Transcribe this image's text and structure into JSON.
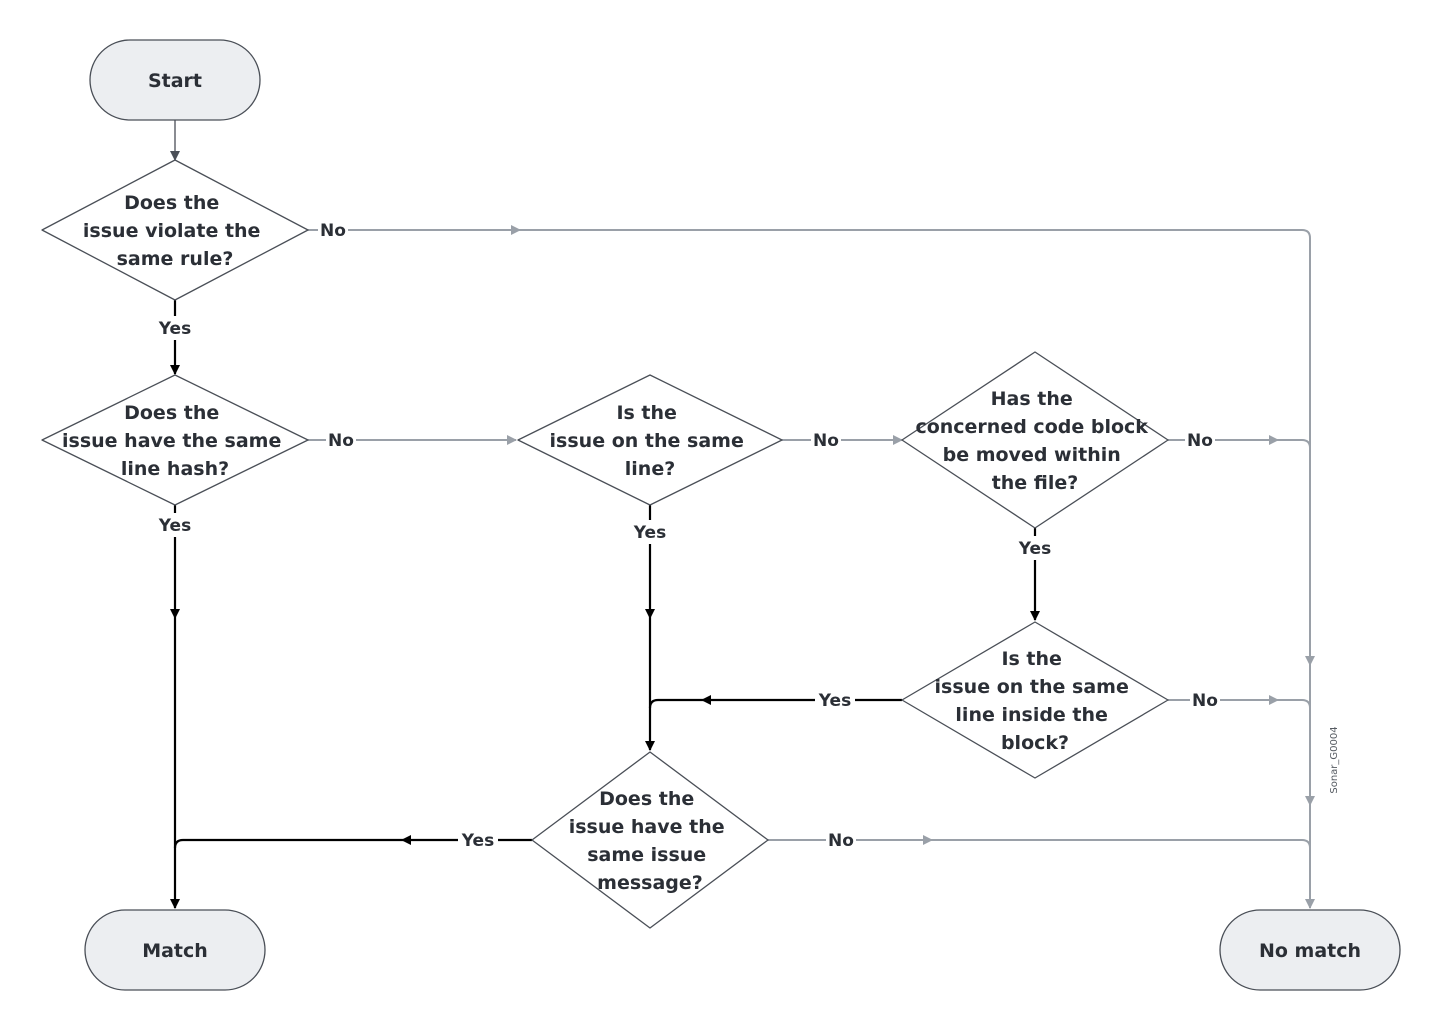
{
  "nodes": {
    "start": "Start",
    "q_rule": [
      "Does the",
      "issue violate the",
      "same rule?"
    ],
    "q_hash": [
      "Does the",
      "issue have the same",
      "line hash?"
    ],
    "q_line": [
      "Is the",
      "issue on the same",
      "line?"
    ],
    "q_moved": [
      "Has the",
      "concerned code block",
      "be moved within",
      "the file?"
    ],
    "q_block": [
      "Is the",
      "issue on the same",
      "line inside the",
      "block?"
    ],
    "q_message": [
      "Does the",
      "issue have the",
      "same issue",
      "message?"
    ],
    "match": "Match",
    "no_match": "No match"
  },
  "labels": {
    "yes": "Yes",
    "no": "No"
  },
  "watermark": "Sonar_G0004",
  "colors": {
    "no_path": "#9aa0a8",
    "yes_path": "#000000",
    "terminal_fill": "#eceef1",
    "shape_stroke": "#4a4f57",
    "text": "#2b2f36"
  }
}
